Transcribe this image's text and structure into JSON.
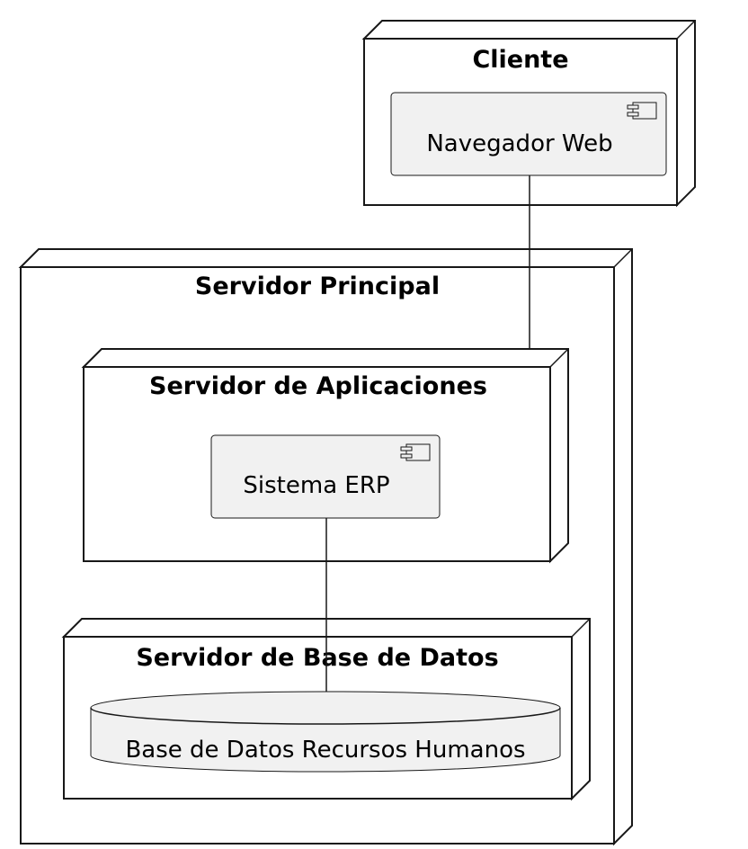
{
  "nodes": {
    "cliente": {
      "title": "Cliente",
      "component": "Navegador Web"
    },
    "servidor_principal": {
      "title": "Servidor Principal"
    },
    "servidor_aplicaciones": {
      "title": "Servidor de Aplicaciones",
      "component": "Sistema ERP"
    },
    "servidor_base_datos": {
      "title": "Servidor de Base de Datos",
      "database": "Base de Datos Recursos Humanos"
    }
  },
  "colors": {
    "stroke": "#181818",
    "component_fill": "#f1f1f1",
    "node_fill": "#ffffff"
  },
  "icons": {
    "component": "uml-component-icon"
  }
}
